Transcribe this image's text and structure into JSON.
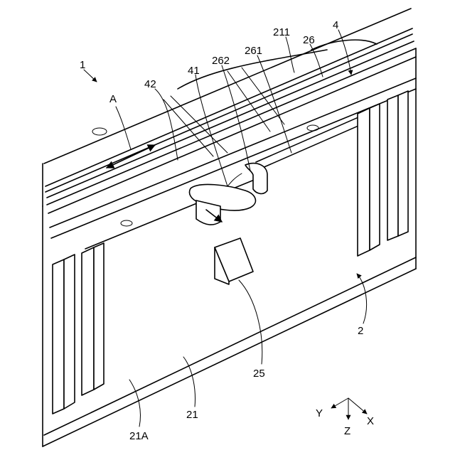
{
  "labels": {
    "assembly": "1",
    "direction": "A",
    "slider": "42",
    "hook": "41",
    "hook_tip": "262",
    "rail": "261",
    "top_part": "211",
    "guide": "26",
    "member": "4",
    "housing": "2",
    "boss": "25",
    "panel": "21",
    "panel_face": "21A"
  },
  "axes": {
    "y": "Y",
    "z": "Z",
    "x": "X"
  }
}
